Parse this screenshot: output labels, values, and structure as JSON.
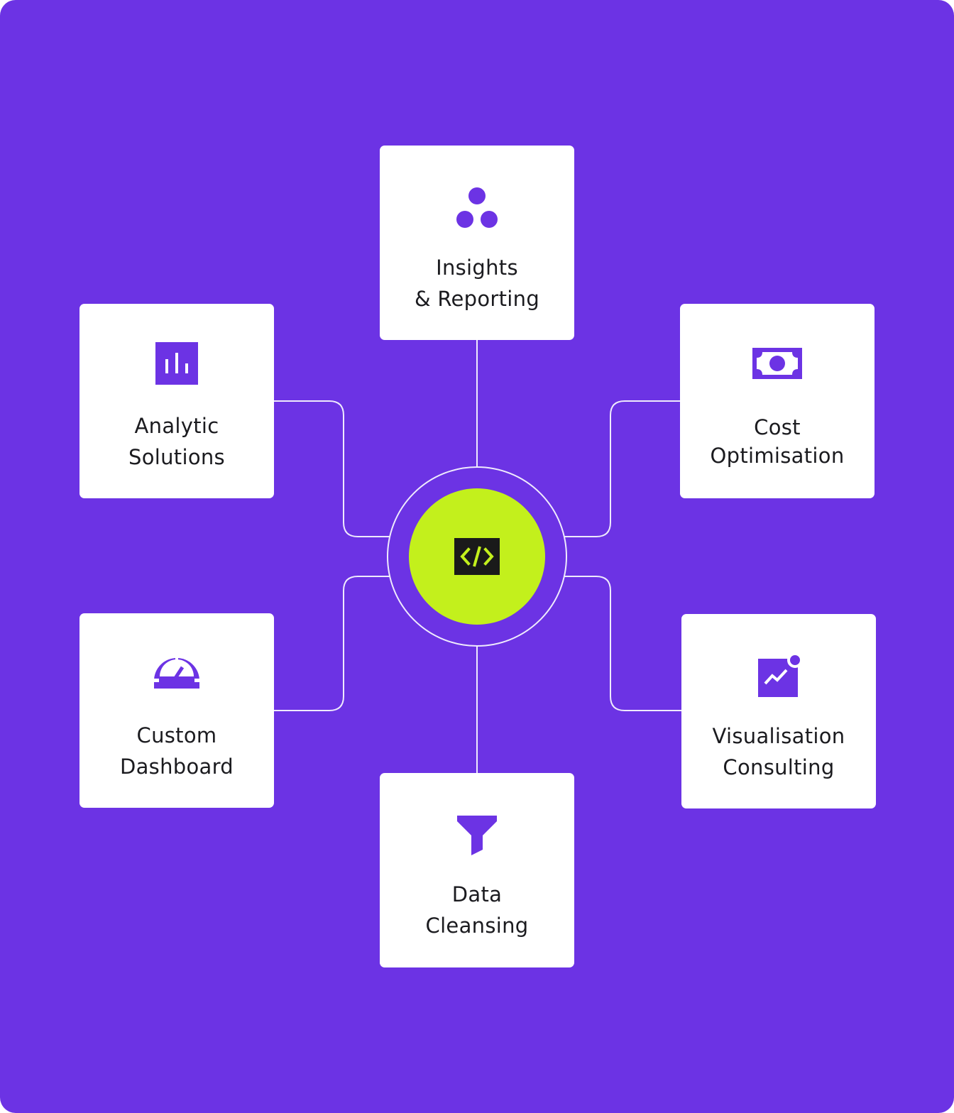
{
  "colors": {
    "background": "#6c33e4",
    "card": "#ffffff",
    "icon": "#6c33e4",
    "hub": "#c3f01c",
    "hub_icon_bg": "#1a1a1a",
    "connector": "#efeafd",
    "text": "#1b1b1f"
  },
  "hub": {
    "icon": "code-icon"
  },
  "nodes": {
    "insights": {
      "icon": "three-dots-icon",
      "line1": "Insights",
      "line2": "& Reporting"
    },
    "analytic": {
      "icon": "bar-chart-icon",
      "line1": "Analytic",
      "line2": "Solutions"
    },
    "cost": {
      "icon": "banknote-icon",
      "line1": "Cost",
      "line2": "Optimisation"
    },
    "custom": {
      "icon": "gauge-icon",
      "line1": "Custom",
      "line2": "Dashboard"
    },
    "visual": {
      "icon": "trend-chart-icon",
      "line1": "Visualisation",
      "line2": "Consulting"
    },
    "data": {
      "icon": "funnel-icon",
      "line1": "Data",
      "line2": "Cleansing"
    }
  }
}
